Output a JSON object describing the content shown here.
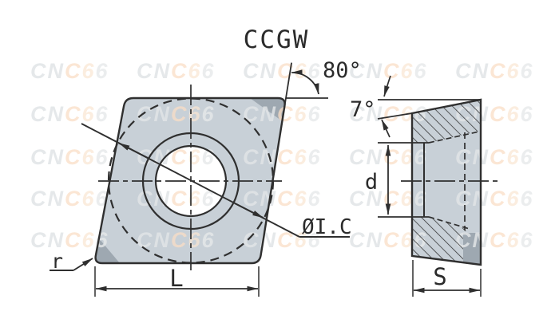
{
  "title": "CCGW",
  "front_view": {
    "name": "insert front view",
    "labels": {
      "angle": "80°",
      "inscribed_circle": "ØI.C",
      "corner_radius": "r",
      "length": "L"
    }
  },
  "side_view": {
    "name": "insert side section view",
    "labels": {
      "clearance_angle": "7°",
      "hole_diameter": "d",
      "thickness": "S"
    }
  },
  "colors": {
    "background": "#ffffff",
    "insert_fill": "#c8d0d7",
    "tip_fill": "#9ea8b1",
    "line": "#2f2f2f",
    "watermark_gray": "#eef0f1",
    "watermark_peach": "#fbe7d6"
  },
  "watermark": {
    "text": "CNC66",
    "char_colors": [
      "rgba(225,228,230,0.85)",
      "rgba(225,228,230,0.85)",
      "rgba(250,222,198,0.75)",
      "rgba(249,229,209,0.7)",
      "rgba(230,232,234,0.8)"
    ],
    "cols": [
      38,
      171,
      304,
      437,
      570
    ],
    "rows": [
      76,
      130,
      184,
      236,
      288
    ]
  }
}
